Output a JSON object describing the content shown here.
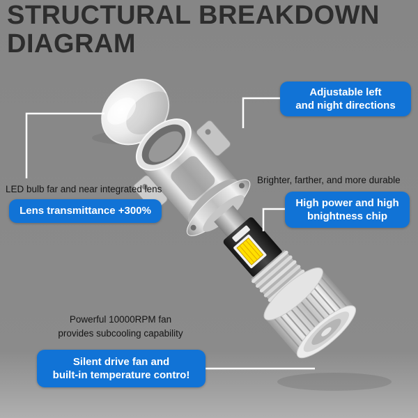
{
  "title": {
    "line1": "STRUCTURAL BREAKDOWN",
    "line2": "DIAGRAM"
  },
  "callouts": {
    "adjustable": {
      "line1": "Adjustable left",
      "line2": "and night directions"
    },
    "lens": {
      "plain": "LED bulb far and near integrated lens",
      "box": "Lens transmittance +300%"
    },
    "chip": {
      "plain": "Brighter, farther, and more durable",
      "box_line1": "High power and high",
      "box_line2": "bnightness chip"
    },
    "fan": {
      "plain_line1": "Powerful 10000RPM fan",
      "plain_line2": "provides subcooling capability",
      "box_line1": "Silent drive fan and",
      "box_line2": "built-in temperature contro!"
    }
  },
  "colors": {
    "background": "#8a8a8a",
    "callout_box": "#1173d6",
    "callout_text": "#ffffff",
    "title_text": "#2d2d2d",
    "plain_text": "#141414",
    "connector_line": "#ffffff",
    "led_chip_yellow": "#ffdf00"
  },
  "diagram": {
    "parts": [
      "projector-lens",
      "mounting-bracket",
      "adjustment-flange",
      "led-chip-module",
      "heat-sink",
      "cooling-fan"
    ]
  }
}
